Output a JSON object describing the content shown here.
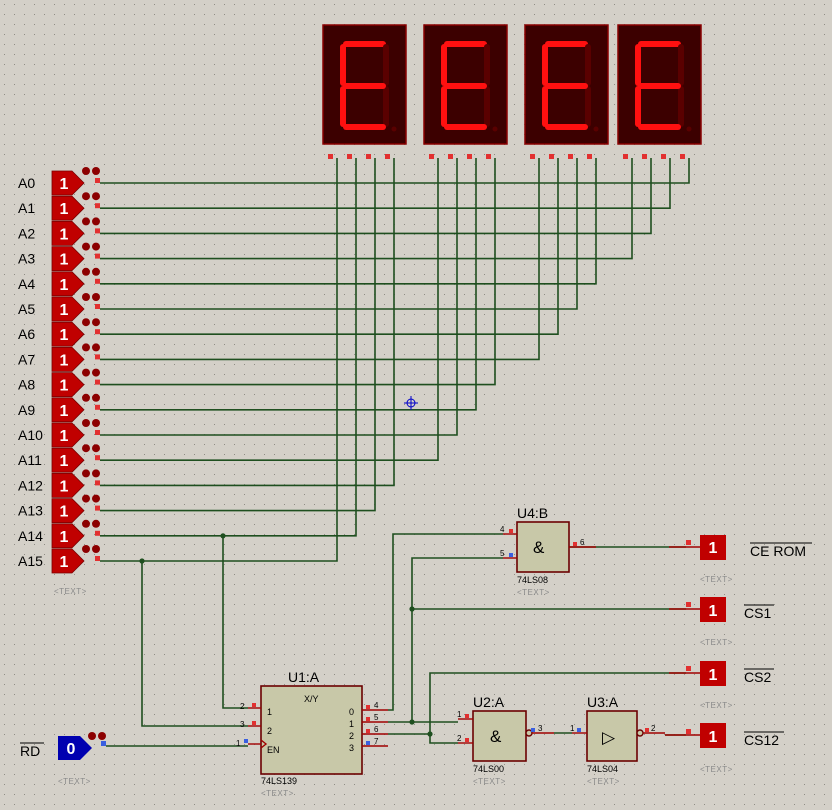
{
  "address_inputs": {
    "labels": [
      "A0",
      "A1",
      "A2",
      "A3",
      "A4",
      "A5",
      "A6",
      "A7",
      "A8",
      "A9",
      "A10",
      "A11",
      "A12",
      "A13",
      "A14",
      "A15"
    ],
    "state": "1"
  },
  "displays": {
    "count": 4,
    "segments_on": [
      "a",
      "d",
      "e",
      "f",
      "g"
    ]
  },
  "rd_input": {
    "label": "RD",
    "state": "0"
  },
  "text_placeholder": "<TEXT>",
  "u1": {
    "ref": "U1:A",
    "part": "74LS139",
    "title": "X/Y",
    "in_pins": [
      {
        "num": "2",
        "name": "1"
      },
      {
        "num": "3",
        "name": "2"
      },
      {
        "num": "1",
        "name": "EN"
      }
    ],
    "out_pins": [
      {
        "num": "4",
        "name": "0"
      },
      {
        "num": "5",
        "name": "1"
      },
      {
        "num": "6",
        "name": "2"
      },
      {
        "num": "7",
        "name": "3"
      }
    ]
  },
  "u2": {
    "ref": "U2:A",
    "part": "74LS00",
    "symbol": "&",
    "pins": {
      "in1": "1",
      "in2": "2",
      "out": "3"
    }
  },
  "u3": {
    "ref": "U3:A",
    "part": "74LS04",
    "symbol": "▷",
    "pins": {
      "in": "1",
      "out": "2"
    }
  },
  "u4": {
    "ref": "U4:B",
    "part": "74LS08",
    "symbol": "&",
    "pins": {
      "in1": "4",
      "in2": "5",
      "out": "6"
    }
  },
  "outputs": [
    {
      "label": "CE ROM",
      "state": "1"
    },
    {
      "label": "CS1",
      "state": "1"
    },
    {
      "label": "CS2",
      "state": "1"
    },
    {
      "label": "CS12",
      "state": "1"
    }
  ],
  "colors": {
    "background": "#d4d0c8",
    "wire": "#1f4f1f",
    "logic_high": "#c00000",
    "logic_low": "#0000b0",
    "display_bg": "#3c0000",
    "segment_on": "#ff1010",
    "segment_off": "#5a0000",
    "chip_fill": "#c8c8a8"
  },
  "icons": {
    "cursor": "crosshair-icon",
    "probe": "state-probe-icon"
  }
}
